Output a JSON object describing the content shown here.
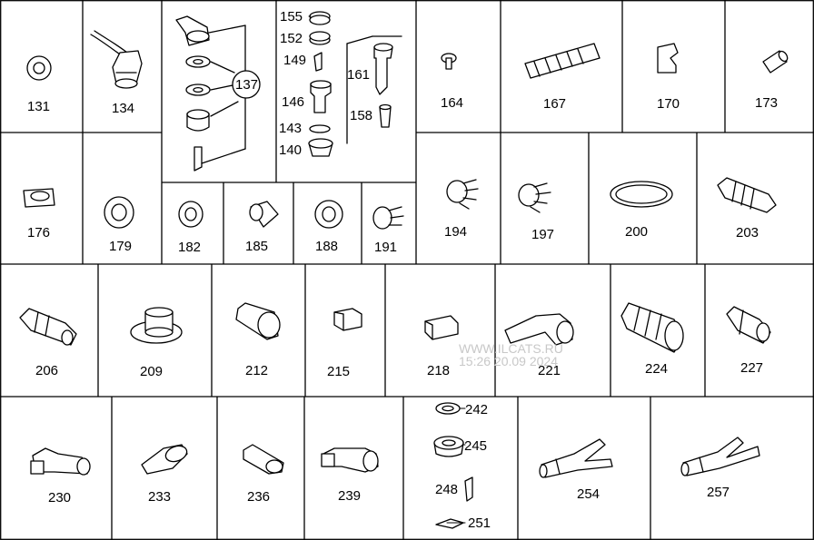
{
  "watermark": {
    "site": "WWW.ILCATS.RU",
    "timestamp": "15:26 20.09 2024"
  },
  "parts": {
    "p131": "131",
    "p134": "134",
    "p137": "137",
    "p155": "155",
    "p152": "152",
    "p149": "149",
    "p146": "146",
    "p143": "143",
    "p140": "140",
    "p161": "161",
    "p158": "158",
    "p164": "164",
    "p167": "167",
    "p170": "170",
    "p173": "173",
    "p176": "176",
    "p179": "179",
    "p182": "182",
    "p185": "185",
    "p188": "188",
    "p191": "191",
    "p194": "194",
    "p197": "197",
    "p200": "200",
    "p203": "203",
    "p206": "206",
    "p209": "209",
    "p212": "212",
    "p215": "215",
    "p218": "218",
    "p221": "221",
    "p224": "224",
    "p227": "227",
    "p230": "230",
    "p233": "233",
    "p236": "236",
    "p239": "239",
    "p242": "242",
    "p245": "245",
    "p248": "248",
    "p251": "251",
    "p254": "254",
    "p257": "257"
  }
}
